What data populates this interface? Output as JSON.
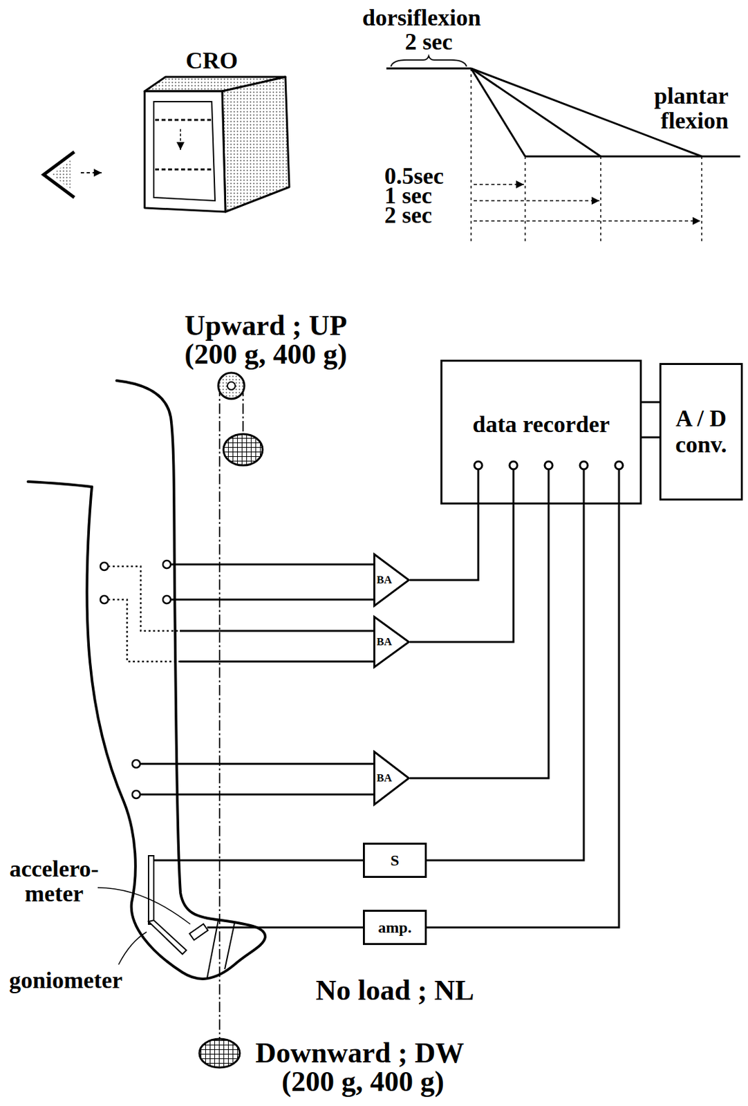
{
  "diagram": {
    "nodes": [
      {
        "text": [
          "CRO"
        ]
      },
      {
        "text": [
          "data recorder"
        ]
      },
      {
        "text": [
          "A / D conv."
        ]
      },
      {
        "text": [
          "BA"
        ]
      },
      {
        "text": [
          "BA"
        ]
      },
      {
        "text": [
          "BA"
        ]
      },
      {
        "text": [
          "S"
        ]
      },
      {
        "text": [
          "amp."
        ]
      }
    ],
    "edges": [
      {
        "from": 3,
        "to": 1,
        "arrow": "none"
      },
      {
        "from": 4,
        "to": 1,
        "arrow": "none"
      },
      {
        "from": 5,
        "to": 1,
        "arrow": "none"
      },
      {
        "from": 6,
        "to": 1,
        "arrow": "none"
      },
      {
        "from": 7,
        "to": 1,
        "arrow": "none"
      },
      {
        "from": 1,
        "to": 2,
        "arrow": "none"
      },
      {
        "from": 1,
        "to": 2,
        "arrow": "none"
      }
    ],
    "labels": [
      "dorsiflexion",
      "2 sec",
      "plantar flexion",
      "0.5sec",
      "1 sec",
      "2 sec",
      "Upward ; UP",
      "(200 g, 400 g)",
      "accelero- meter",
      "goniometer",
      "No load ; NL",
      "Downward ; DW",
      "(200 g, 400 g)"
    ]
  }
}
